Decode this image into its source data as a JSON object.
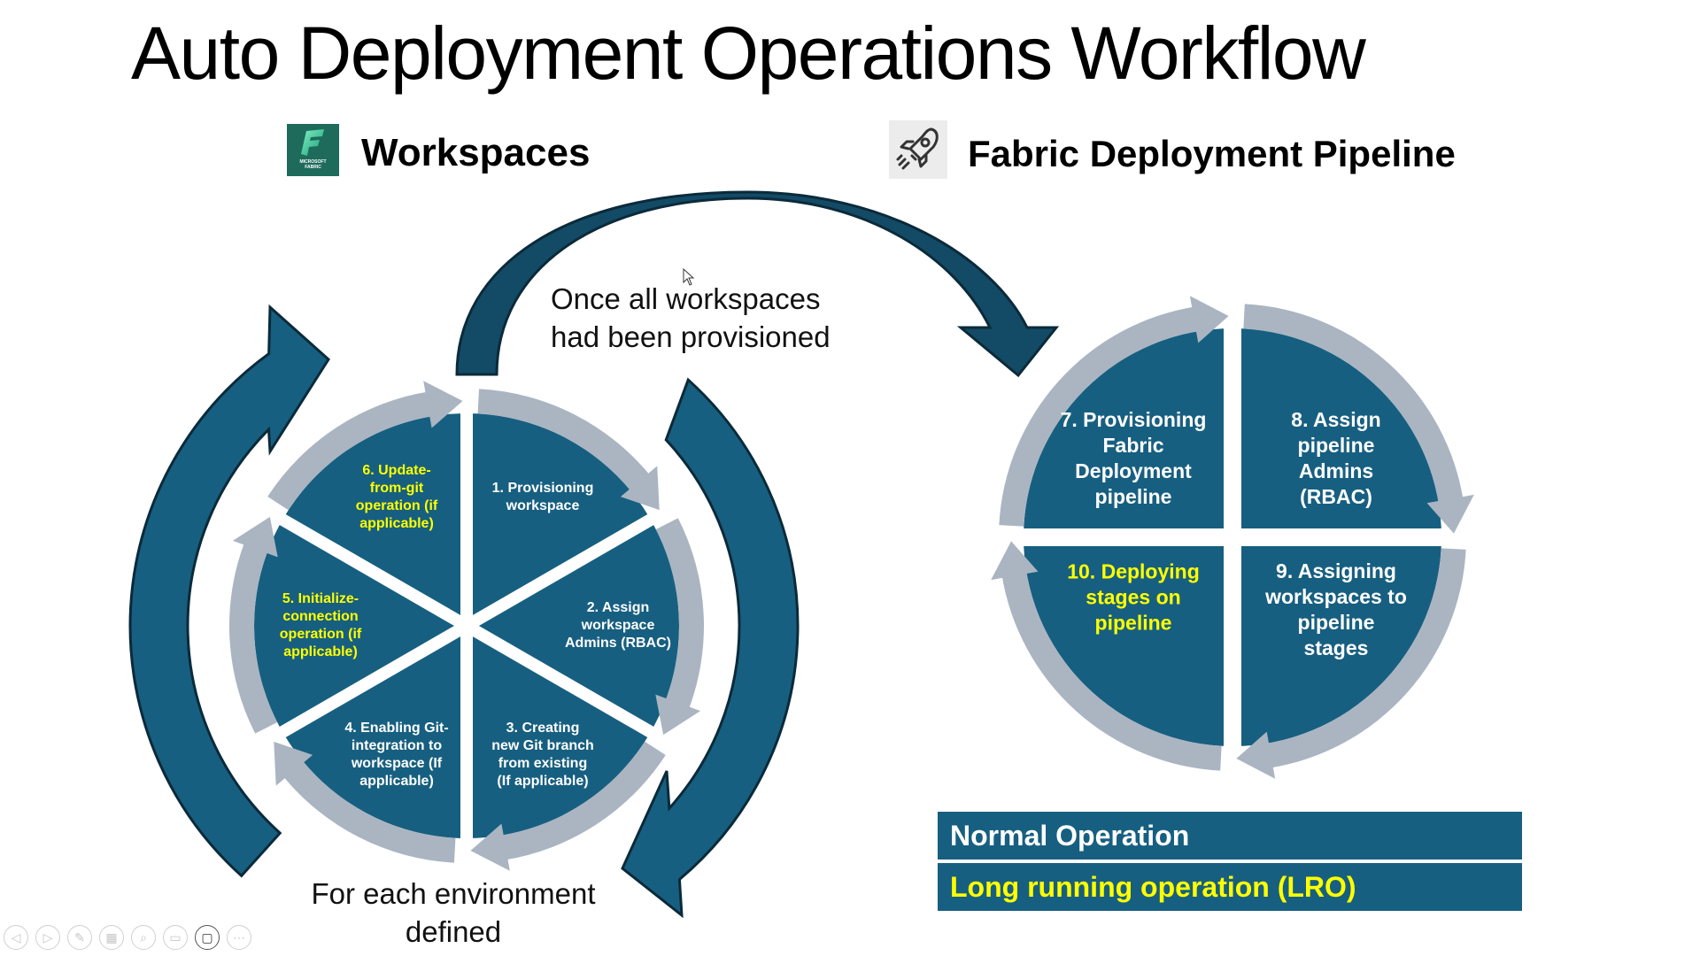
{
  "title": "Auto Deployment Operations Workflow",
  "workspaces": {
    "heading": "Workspaces",
    "logo_text": "MICROSOFT FABRIC",
    "segments": [
      {
        "label": "1. Provisioning\nworkspace",
        "color": "#ffffff"
      },
      {
        "label": "2. Assign\nworkspace\nAdmins (RBAC)",
        "color": "#ffffff"
      },
      {
        "label": "3. Creating\nnew Git branch\nfrom existing\n(If applicable)",
        "color": "#ffffff"
      },
      {
        "label": "4. Enabling Git-\nintegration to\nworkspace (If\napplicable)",
        "color": "#ffffff"
      },
      {
        "label": "5. Initialize-\nconnection\noperation (if\napplicable)",
        "color": "#ffff00"
      },
      {
        "label": "6. Update-\nfrom-git\noperation (if\napplicable)",
        "color": "#ffff00"
      }
    ],
    "caption": "For each environment\ndefined"
  },
  "transition_caption": "Once all workspaces\nhad been provisioned",
  "pipeline": {
    "heading": "Fabric Deployment Pipeline",
    "segments": [
      {
        "label": "7. Provisioning\nFabric\nDeployment\npipeline",
        "color": "#ffffff"
      },
      {
        "label": "8. Assign\npipeline\nAdmins\n(RBAC)",
        "color": "#ffffff"
      },
      {
        "label": "9. Assigning\nworkspaces to\npipeline\nstages",
        "color": "#ffffff"
      },
      {
        "label": "10. Deploying\nstages on\npipeline",
        "color": "#ffff00"
      }
    ]
  },
  "legend": {
    "normal": "Normal Operation",
    "lro": "Long running operation (LRO)"
  },
  "toolbar": {
    "buttons": [
      {
        "icon": "previous",
        "glyph": "◁"
      },
      {
        "icon": "next",
        "glyph": "▷"
      },
      {
        "icon": "pen",
        "glyph": "✎"
      },
      {
        "icon": "all-slides",
        "glyph": "▦"
      },
      {
        "icon": "zoom",
        "glyph": "⌕"
      },
      {
        "icon": "subtitles",
        "glyph": "▭"
      },
      {
        "icon": "camera",
        "glyph": "▢"
      },
      {
        "icon": "more",
        "glyph": "⋯"
      }
    ]
  },
  "colors": {
    "segment_fill": "#175f80",
    "ring": "#aab5c1",
    "arrow_fill": "#175f80",
    "arrow_shade": "#134b66",
    "arrow_stroke": "#0b2a3a",
    "lro": "#ffff00"
  }
}
